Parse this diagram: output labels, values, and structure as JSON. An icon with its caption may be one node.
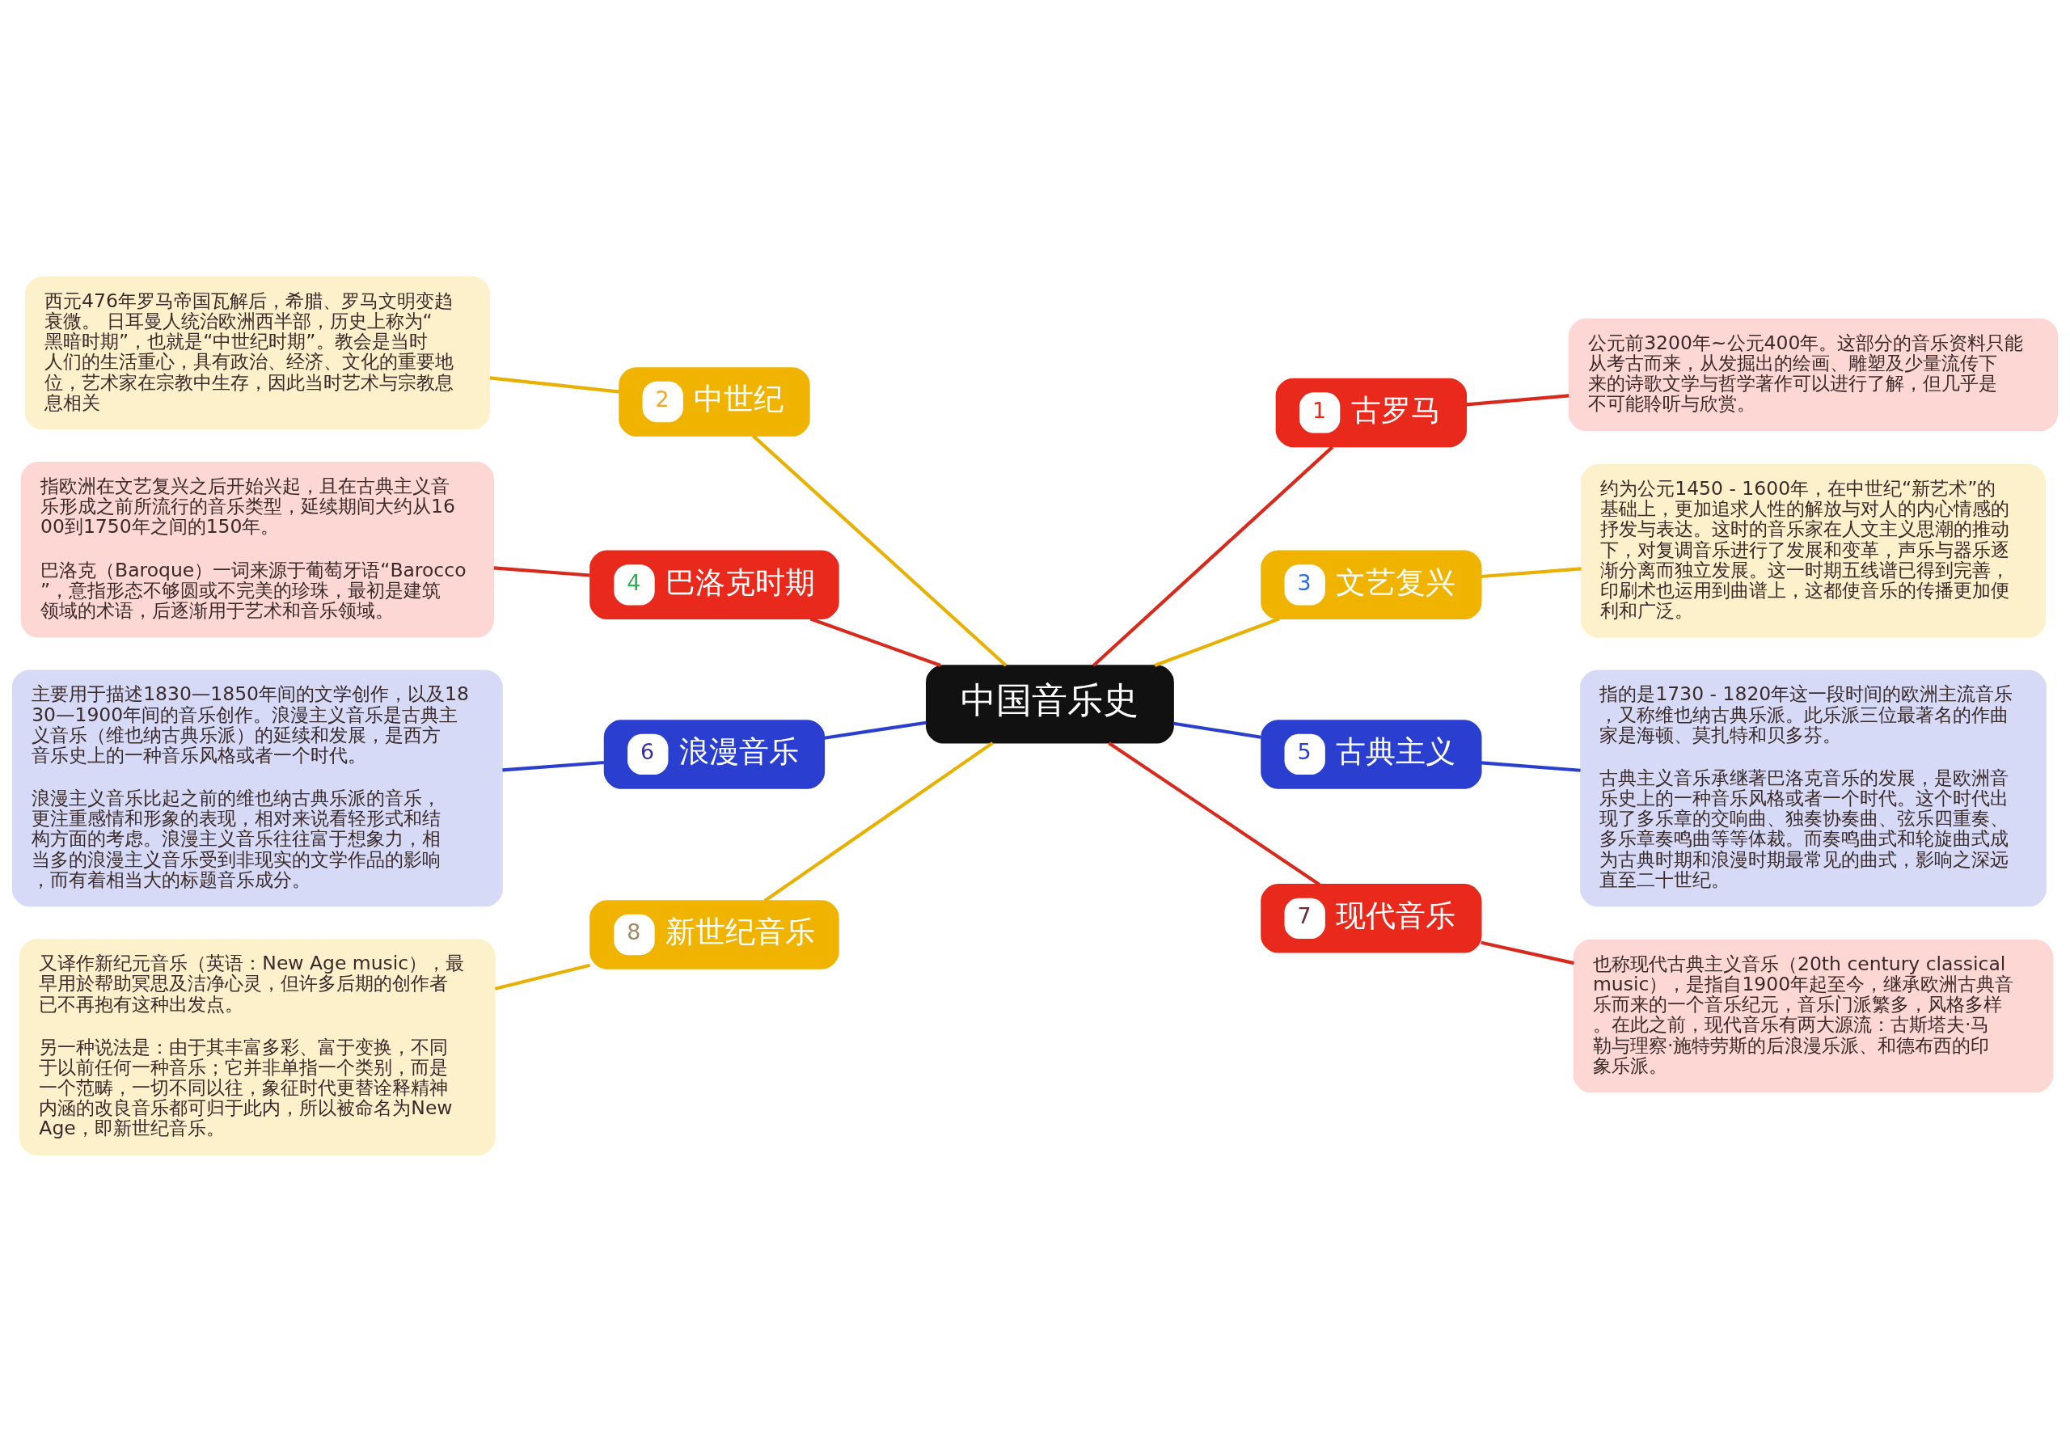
{
  "diagram": {
    "nodes": [
      {
        "text": [
          "中国音乐史"
        ]
      },
      {
        "text": [
          "1",
          "古罗马"
        ]
      },
      {
        "text": [
          "公元前3200年~公元400年。这部分的音乐资料只能从考古而来，从发掘出的绘画、雕塑及少量流传下来的诗歌文学与哲学著作可以进行了解，但几乎是不可能聆听与欣赏。"
        ]
      },
      {
        "text": [
          "2",
          "中世纪"
        ]
      },
      {
        "text": [
          "西元476年罗马帝国瓦解后，希腊、罗马文明变趋衰微。 日耳曼人统治欧洲西半部，历史上称为“黑暗时期”，也就是“中世纪时期”。教会是当时人们的生活重心，具有政治、经济、文化的重要地位，艺术家在宗教中生存，因此当时艺术与宗教息息相关"
        ]
      },
      {
        "text": [
          "3",
          "文艺复兴"
        ]
      },
      {
        "text": [
          "约为公元1450 - 1600年，在中世纪“新艺术”的基础上，更加追求人性的解放与对人的内心情感的抒发与表达。这时的音乐家在人文主义思潮的推动下，对复调音乐进行了发展和变革，声乐与器乐逐渐分离而独立发展。这一时期五线谱已得到完善，印刷术也运用到曲谱上，这都使音乐的传播更加便利和广泛。"
        ]
      },
      {
        "text": [
          "4",
          "巴洛克时期"
        ]
      },
      {
        "text": [
          "指欧洲在文艺复兴之后开始兴起，且在古典主义音乐形成之前所流行的音乐类型，延续期间大约从1600到1750年之间的150年。",
          "巴洛克（Baroque）一词来源于葡萄牙语“Barocco”，意指形态不够圆或不完美的珍珠，最初是建筑领域的术语，后逐渐用于艺术和音乐领域。"
        ]
      },
      {
        "text": [
          "5",
          "古典主义"
        ]
      },
      {
        "text": [
          "指的是1730 - 1820年这一段时间的欧洲主流音乐，又称维也纳古典乐派。此乐派三位最著名的作曲家是海顿、莫扎特和贝多芬。",
          "古典主义音乐承继著巴洛克音乐的发展，是欧洲音乐史上的一种音乐风格或者一个时代。这个时代出现了多乐章的交响曲、独奏协奏曲、弦乐四重奏、多乐章奏鸣曲等等体裁。而奏鸣曲式和轮旋曲式成为古典时期和浪漫时期最常见的曲式，影响之深远直至二十世纪。"
        ]
      },
      {
        "text": [
          "6",
          "浪漫音乐"
        ]
      },
      {
        "text": [
          "主要用于描述1830—1850年间的文学创作，以及1830—1900年间的音乐创作。浪漫主义音乐是古典主义音乐（维也纳古典乐派）的延续和发展，是西方音乐史上的一种音乐风格或者一个时代。",
          "浪漫主义音乐比起之前的维也纳古典乐派的音乐，更注重感情和形象的表现，相对来说看轻形式和结构方面的考虑。浪漫主义音乐往往富于想象力，相当多的浪漫主义音乐受到非现实的文学作品的影响，而有着相当大的标题音乐成分。"
        ]
      },
      {
        "text": [
          "7",
          "现代音乐"
        ]
      },
      {
        "text": [
          "也称现代古典主义音乐（20th century classical music），是指自1900年起至今，继承欧洲古典音乐而来的一个音乐纪元，音乐门派繁多，风格多样。在此之前，现代音乐有两大源流：古斯塔夫·马勒与理察·施特劳斯的后浪漫乐派、和德布西的印象乐派。"
        ]
      },
      {
        "text": [
          "8",
          "新世纪音乐"
        ]
      },
      {
        "text": [
          "又译作新纪元音乐（英语：New Age music），最早用於帮助冥思及洁净心灵，但许多后期的创作者已不再抱有这种出发点。",
          "另一种说法是：由于其丰富多彩、富于变换，不同于以前任何一种音乐；它并非单指一个类别，而是一个范畴，一切不同以往，象征时代更替诠释精神内涵的改良音乐都可归于此内，所以被命名为New Age，即新世纪音乐。"
        ]
      }
    ],
    "edges": [
      {
        "from": 0,
        "to": 1,
        "arrow": "none",
        "color": "#d9291c"
      },
      {
        "from": 1,
        "to": 2,
        "arrow": "none",
        "color": "#d9291c"
      },
      {
        "from": 0,
        "to": 3,
        "arrow": "none",
        "color": "#e8b000"
      },
      {
        "from": 3,
        "to": 4,
        "arrow": "none",
        "color": "#e8b000"
      },
      {
        "from": 0,
        "to": 5,
        "arrow": "none",
        "color": "#e8b000"
      },
      {
        "from": 5,
        "to": 6,
        "arrow": "none",
        "color": "#e8b000"
      },
      {
        "from": 0,
        "to": 7,
        "arrow": "none",
        "color": "#d9291c"
      },
      {
        "from": 7,
        "to": 8,
        "arrow": "none",
        "color": "#d9291c"
      },
      {
        "from": 0,
        "to": 9,
        "arrow": "none",
        "color": "#2a3fcf"
      },
      {
        "from": 9,
        "to": 10,
        "arrow": "none",
        "color": "#2a3fcf"
      },
      {
        "from": 0,
        "to": 11,
        "arrow": "none",
        "color": "#2a3fcf"
      },
      {
        "from": 11,
        "to": 12,
        "arrow": "none",
        "color": "#2a3fcf"
      },
      {
        "from": 0,
        "to": 13,
        "arrow": "none",
        "color": "#d9291c"
      },
      {
        "from": 13,
        "to": 14,
        "arrow": "none",
        "color": "#d9291c"
      },
      {
        "from": 0,
        "to": 15,
        "arrow": "none",
        "color": "#e8b000"
      },
      {
        "from": 15,
        "to": 16,
        "arrow": "none",
        "color": "#e8b000"
      }
    ]
  }
}
